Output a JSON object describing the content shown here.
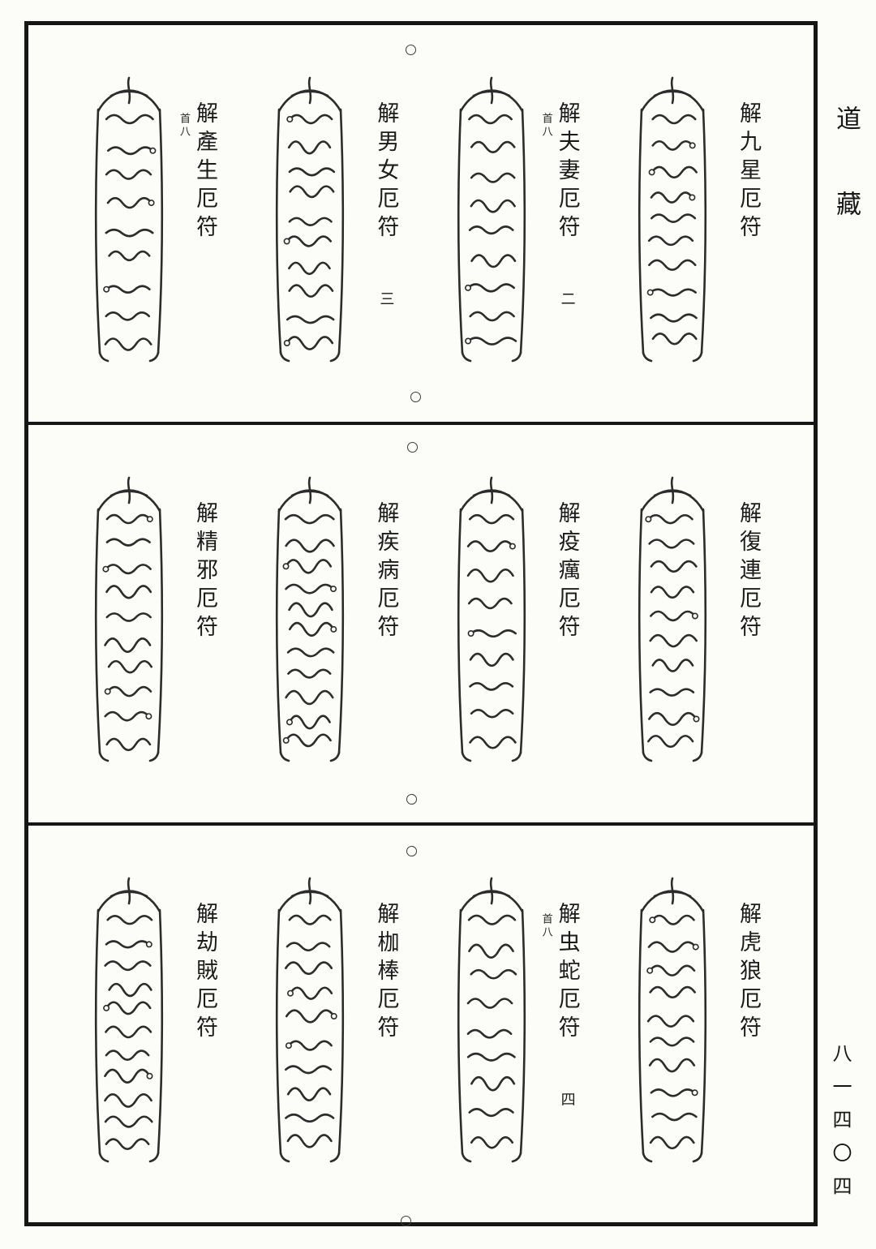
{
  "canon": {
    "title": "道藏",
    "page_number": "八一四〇四"
  },
  "rows": [
    {
      "talismans": [
        {
          "label": "解產生厄符",
          "note": "首八",
          "marker": "",
          "seed": 11,
          "strokes": 9
        },
        {
          "label": "解男女厄符",
          "note": "",
          "marker": "三",
          "seed": 22,
          "strokes": 10
        },
        {
          "label": "解夫妻厄符",
          "note": "首八",
          "marker": "二",
          "seed": 33,
          "strokes": 9
        },
        {
          "label": "解九星厄符",
          "note": "",
          "marker": "",
          "seed": 44,
          "strokes": 10
        }
      ]
    },
    {
      "talismans": [
        {
          "label": "解精邪厄符",
          "note": "",
          "marker": "",
          "seed": 55,
          "strokes": 10
        },
        {
          "label": "解疾病厄符",
          "note": "",
          "marker": "",
          "seed": 66,
          "strokes": 11
        },
        {
          "label": "解疫癘厄符",
          "note": "",
          "marker": "",
          "seed": 77,
          "strokes": 9
        },
        {
          "label": "解復連厄符",
          "note": "",
          "marker": "",
          "seed": 88,
          "strokes": 10
        }
      ]
    },
    {
      "talismans": [
        {
          "label": "解劫賊厄符",
          "note": "",
          "marker": "",
          "seed": 99,
          "strokes": 11
        },
        {
          "label": "解枷棒厄符",
          "note": "",
          "marker": "",
          "seed": 111,
          "strokes": 10
        },
        {
          "label": "解虫蛇厄符",
          "note": "首八",
          "marker": "四",
          "seed": 122,
          "strokes": 9
        },
        {
          "label": "解虎狼厄符",
          "note": "",
          "marker": "",
          "seed": 133,
          "strokes": 10
        }
      ]
    }
  ]
}
